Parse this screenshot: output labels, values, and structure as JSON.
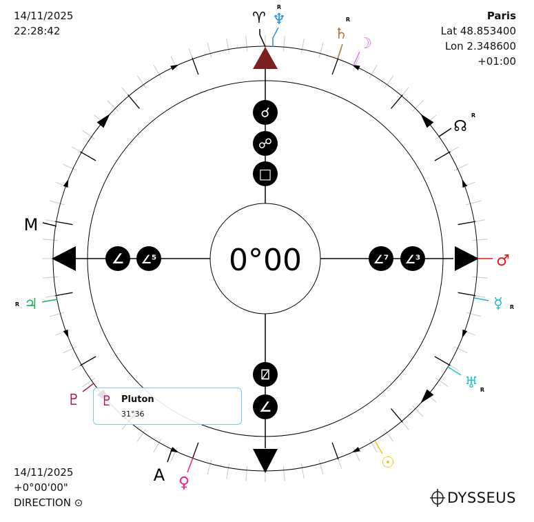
{
  "header_left": {
    "date": "14/11/2025",
    "time": "22:28:42"
  },
  "location": {
    "city": "Paris",
    "lat": "Lat 48.853400",
    "lon": "Lon 2.348600",
    "tz": "+01:00"
  },
  "footer_left": {
    "date": "14/11/2025",
    "offset": "+0°00'00\"",
    "direction": "DIRECTION ⊙"
  },
  "center_value": "0°00",
  "brand": {
    "logo": "DYSSEUS"
  },
  "axis_labels": {
    "m": "M",
    "a": "A"
  },
  "retro_mark": "R",
  "points": {
    "aries": {
      "glyph": "♈",
      "color": "#000000"
    },
    "neptune": {
      "glyph": "♆",
      "color": "#1e8fe8",
      "retro": true
    },
    "saturn": {
      "glyph": "♄",
      "color": "#b8763a",
      "retro": true
    },
    "moon": {
      "glyph": "☽",
      "color": "#d878e0"
    },
    "node": {
      "glyph": "☊",
      "color": "#000000",
      "retro": true
    },
    "mars": {
      "glyph": "♂",
      "color": "#ee1111"
    },
    "mercury": {
      "glyph": "☿",
      "color": "#1ab8e0",
      "retro": true
    },
    "uranus": {
      "glyph": "♅",
      "color": "#20c8c8",
      "retro": true
    },
    "sun": {
      "glyph": "☉",
      "color": "#f0c800"
    },
    "venus": {
      "glyph": "♀",
      "color": "#ff1a8c"
    },
    "pluto": {
      "glyph": "♇",
      "color": "#b0105a"
    },
    "jupiter": {
      "glyph": "♃",
      "color": "#20b060",
      "retro": true
    }
  },
  "aspects": {
    "top": [
      "☌",
      "☍",
      "□"
    ],
    "left": [
      "∠",
      "∠⁵"
    ],
    "right": [
      "∠⁷",
      "∠³"
    ],
    "bottom": [
      "⍁",
      "∠"
    ]
  },
  "tooltip": {
    "glyph": "♇",
    "name": "Pluton",
    "value": "31°36"
  },
  "colors": {
    "mc_marker": "#7a2020",
    "tooltip_border": "#7cc8f0"
  }
}
